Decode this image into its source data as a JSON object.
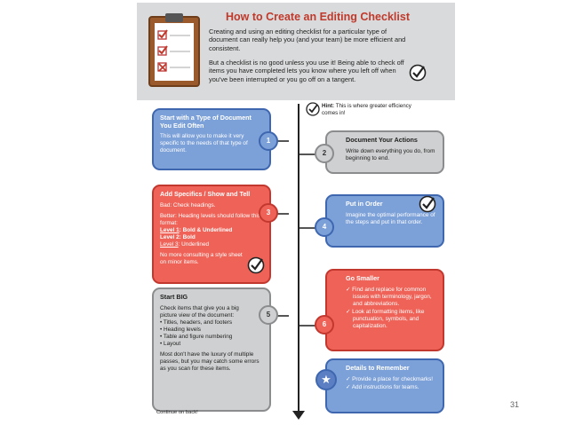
{
  "header": {
    "title": "How to Create an Editing Checklist",
    "intro1": "Creating and using an editing checklist for a particular type of document can really help you (and your team) be more efficient and consistent.",
    "intro2": "But a checklist is no good unless you use it! Being able to check off items you have completed lets you know where you left off when you've been interrupted or you go off on a tangent."
  },
  "hint": {
    "label": "Hint:",
    "text": " This is where greater efficiency comes in!"
  },
  "steps": [
    {
      "number": "1",
      "title": "Start with a Type of Document You Edit Often",
      "body": "This will allow you to make it very specific to the needs of that type of document."
    },
    {
      "number": "2",
      "title": "Document Your Actions",
      "body": "Write down everything you do, from beginning to end."
    },
    {
      "number": "3",
      "title": "Add Specifics / Show and Tell",
      "bad": "Bad: Check headings.",
      "better": "Better: Heading levels should follow this format:",
      "level1_label": "Level 1",
      "level1_text": ": Bold & Underlined",
      "level2_label": "Level 2",
      "level2_text": ": Bold",
      "level3_label": "Level 3",
      "level3_text": ": Underlined",
      "footer": "No more consulting a style sheet on minor items."
    },
    {
      "number": "4",
      "title": "Put in Order",
      "body": "Imagine the optimal performance of the steps and put in that order."
    },
    {
      "number": "5",
      "title": "Start BIG",
      "intro": "Check items that give you a big picture view of the document:",
      "items": [
        "Titles, headers, and footers",
        "Heading levels",
        "Table and figure numbering",
        "Layout"
      ],
      "footer": "Most don't have the luxury of multiple passes, but you may catch some errors as you scan for these items."
    },
    {
      "number": "6",
      "title": "Go Smaller",
      "items": [
        "Find and replace for common issues with terminology, jargon, and abbreviations.",
        "Look at formatting items, like punctuation, symbols, and capitalization."
      ]
    },
    {
      "number": "★",
      "title": "Details to Remember",
      "items": [
        "Provide a place for checkmarks!",
        "Add instructions for teams."
      ]
    }
  ],
  "continue_text": "Continue on back!",
  "page_number": "31",
  "colors": {
    "title_red": "#c0392b",
    "blue": "#7ca0d8",
    "gray": "#cfd0d1",
    "red": "#ef6257"
  }
}
